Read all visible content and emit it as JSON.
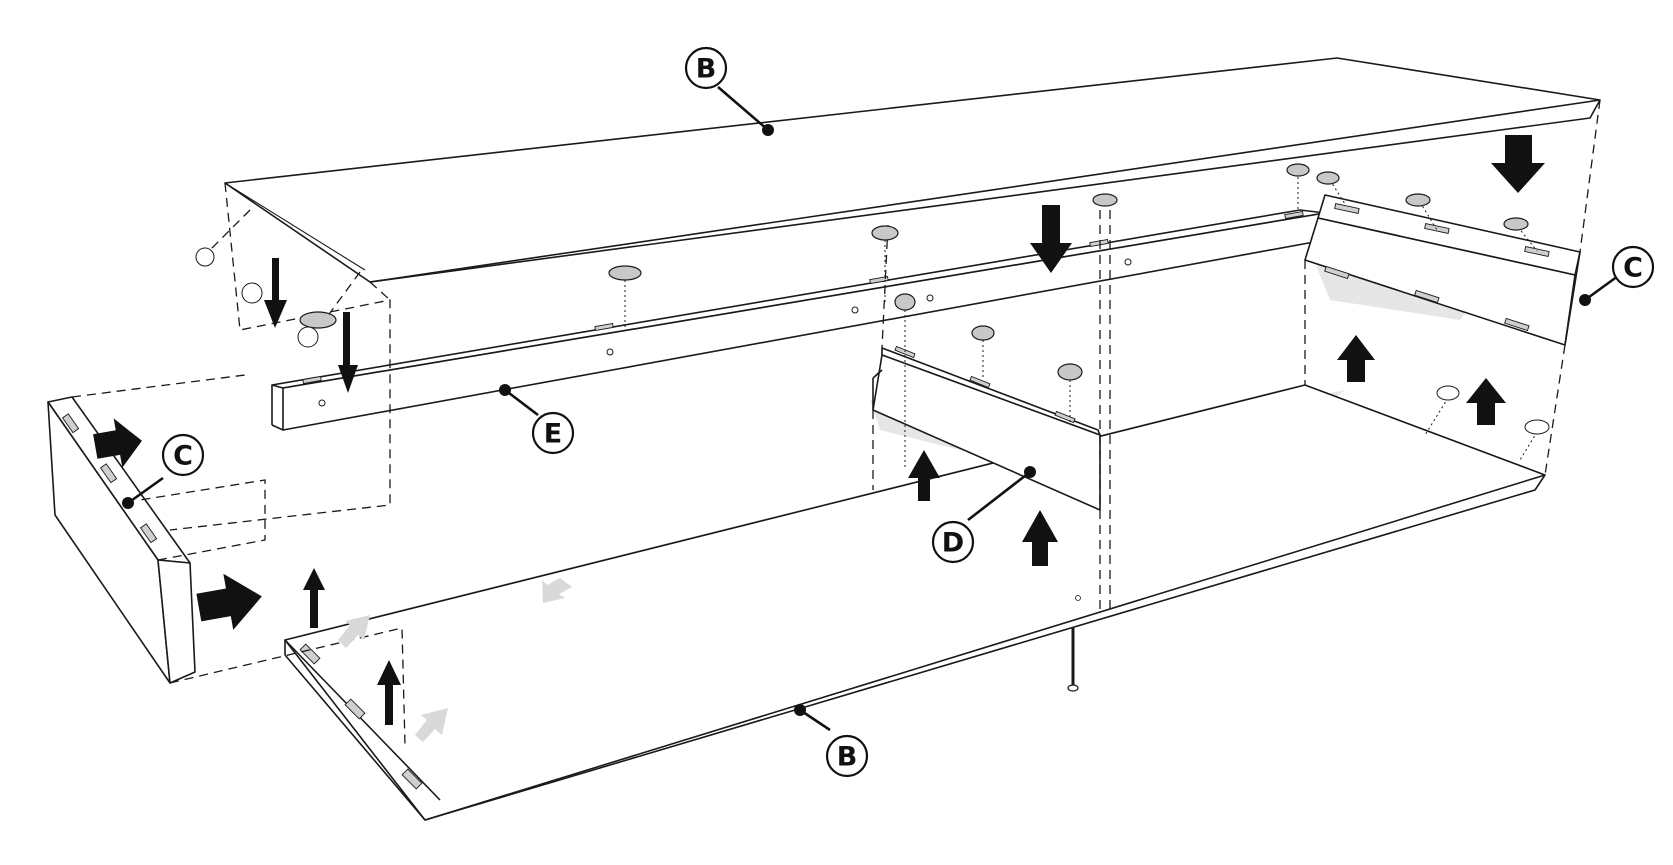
{
  "callouts": [
    {
      "id": "top-panel",
      "label": "B"
    },
    {
      "id": "bottom-panel",
      "label": "B"
    },
    {
      "id": "left-side-panel",
      "label": "C"
    },
    {
      "id": "right-side-panel",
      "label": "C"
    },
    {
      "id": "center-divider",
      "label": "D"
    },
    {
      "id": "back-rail",
      "label": "E"
    }
  ]
}
